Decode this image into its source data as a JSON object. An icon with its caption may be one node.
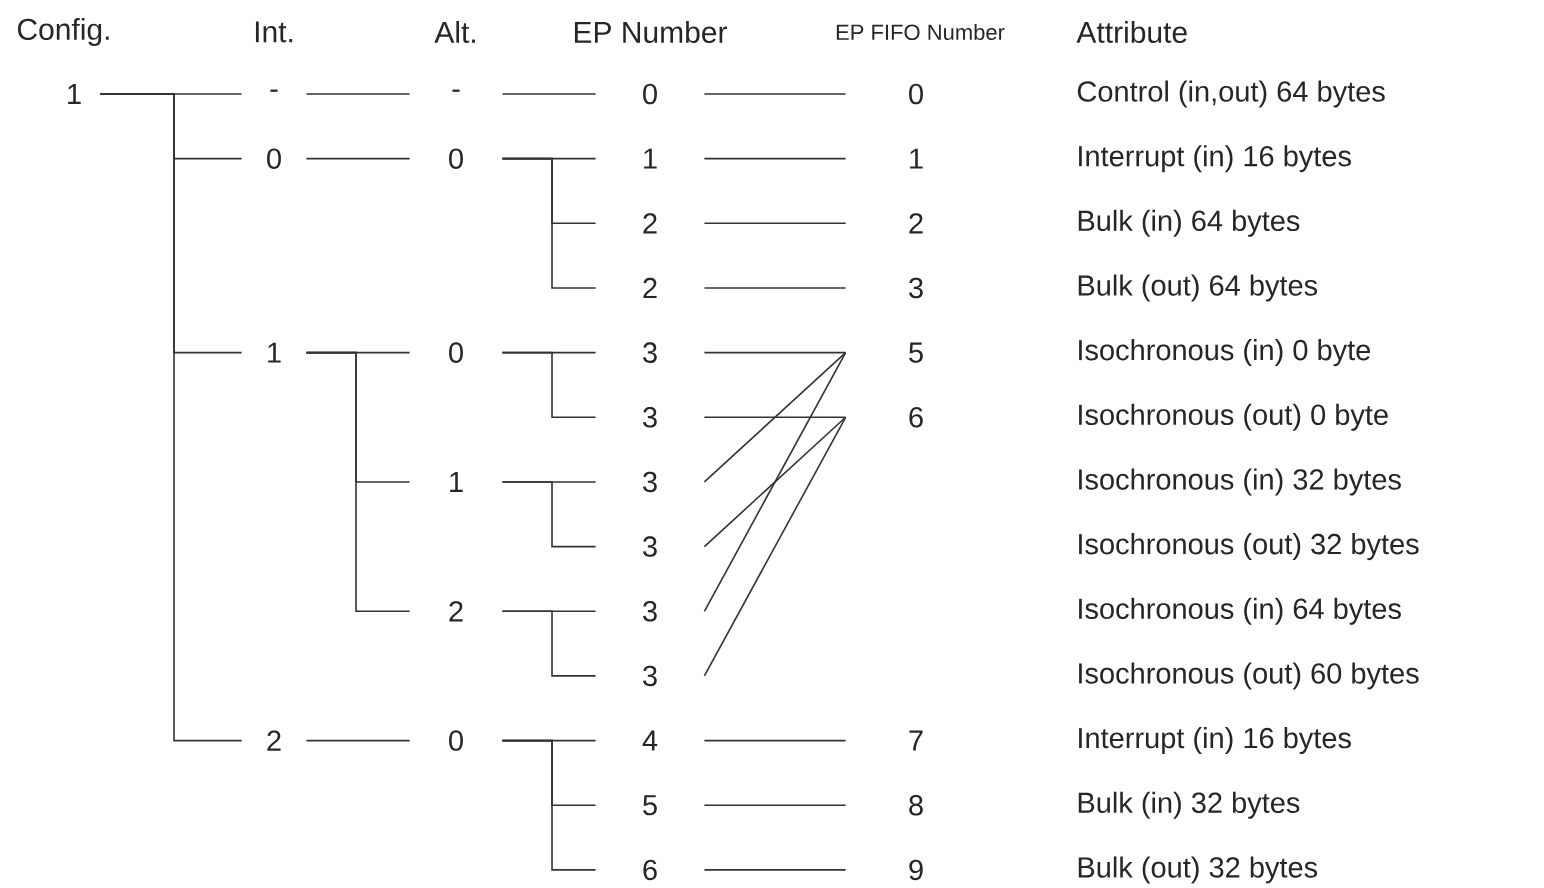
{
  "diagram": {
    "nodes": [
      {
        "text": [
          "1"
        ]
      },
      {
        "text": [
          "-"
        ]
      },
      {
        "text": [
          "0"
        ]
      },
      {
        "text": [
          "1"
        ]
      },
      {
        "text": [
          "2"
        ]
      },
      {
        "text": [
          "-"
        ]
      },
      {
        "text": [
          "0"
        ]
      },
      {
        "text": [
          "0"
        ]
      },
      {
        "text": [
          "1"
        ]
      },
      {
        "text": [
          "2"
        ]
      },
      {
        "text": [
          "0"
        ]
      },
      {
        "text": [
          "0"
        ]
      },
      {
        "text": [
          "1"
        ]
      },
      {
        "text": [
          "2"
        ]
      },
      {
        "text": [
          "2"
        ]
      },
      {
        "text": [
          "3"
        ]
      },
      {
        "text": [
          "3"
        ]
      },
      {
        "text": [
          "3"
        ]
      },
      {
        "text": [
          "3"
        ]
      },
      {
        "text": [
          "3"
        ]
      },
      {
        "text": [
          "3"
        ]
      },
      {
        "text": [
          "4"
        ]
      },
      {
        "text": [
          "5"
        ]
      },
      {
        "text": [
          "6"
        ]
      },
      {
        "text": [
          "0"
        ]
      },
      {
        "text": [
          "1"
        ]
      },
      {
        "text": [
          "2"
        ]
      },
      {
        "text": [
          "3"
        ]
      },
      {
        "text": [
          "5"
        ]
      },
      {
        "text": [
          "6"
        ]
      },
      {
        "text": [
          "7"
        ]
      },
      {
        "text": [
          "8"
        ]
      },
      {
        "text": [
          "9"
        ]
      }
    ],
    "edges": [
      {
        "from": 0,
        "to": 1,
        "arrow": "none"
      },
      {
        "from": 0,
        "to": 2,
        "arrow": "none"
      },
      {
        "from": 0,
        "to": 3,
        "arrow": "none"
      },
      {
        "from": 0,
        "to": 4,
        "arrow": "none"
      },
      {
        "from": 1,
        "to": 5,
        "arrow": "none"
      },
      {
        "from": 2,
        "to": 6,
        "arrow": "none"
      },
      {
        "from": 3,
        "to": 7,
        "arrow": "none"
      },
      {
        "from": 3,
        "to": 8,
        "arrow": "none"
      },
      {
        "from": 3,
        "to": 9,
        "arrow": "none"
      },
      {
        "from": 4,
        "to": 10,
        "arrow": "none"
      },
      {
        "from": 5,
        "to": 11,
        "arrow": "none"
      },
      {
        "from": 6,
        "to": 12,
        "arrow": "none"
      },
      {
        "from": 6,
        "to": 13,
        "arrow": "none"
      },
      {
        "from": 6,
        "to": 14,
        "arrow": "none"
      },
      {
        "from": 7,
        "to": 15,
        "arrow": "none"
      },
      {
        "from": 7,
        "to": 16,
        "arrow": "none"
      },
      {
        "from": 8,
        "to": 17,
        "arrow": "none"
      },
      {
        "from": 8,
        "to": 18,
        "arrow": "none"
      },
      {
        "from": 9,
        "to": 19,
        "arrow": "none"
      },
      {
        "from": 9,
        "to": 20,
        "arrow": "none"
      },
      {
        "from": 10,
        "to": 21,
        "arrow": "none"
      },
      {
        "from": 10,
        "to": 22,
        "arrow": "none"
      },
      {
        "from": 10,
        "to": 23,
        "arrow": "none"
      },
      {
        "from": 11,
        "to": 24,
        "arrow": "none"
      },
      {
        "from": 12,
        "to": 25,
        "arrow": "none"
      },
      {
        "from": 13,
        "to": 26,
        "arrow": "none"
      },
      {
        "from": 14,
        "to": 27,
        "arrow": "none"
      },
      {
        "from": 15,
        "to": 28,
        "arrow": "none"
      },
      {
        "from": 16,
        "to": 29,
        "arrow": "none"
      },
      {
        "from": 17,
        "to": 28,
        "arrow": "none"
      },
      {
        "from": 18,
        "to": 29,
        "arrow": "none"
      },
      {
        "from": 19,
        "to": 28,
        "arrow": "none"
      },
      {
        "from": 20,
        "to": 29,
        "arrow": "none"
      },
      {
        "from": 21,
        "to": 30,
        "arrow": "none"
      },
      {
        "from": 22,
        "to": 31,
        "arrow": "none"
      },
      {
        "from": 23,
        "to": 32,
        "arrow": "none"
      }
    ],
    "labels": [
      "Config.",
      "Int.",
      "Alt.",
      "EP Number",
      "EP FIFO Number",
      "Attribute",
      "Control (in,out) 64 bytes",
      "Interrupt (in) 16 bytes",
      "Bulk (in) 64 bytes",
      "Bulk (out) 64 bytes",
      "Isochronous (in) 0 byte",
      "Isochronous (out) 0 byte",
      "Isochronous (in) 32 bytes",
      "Isochronous (out) 32 bytes",
      "Isochronous (in) 64 bytes",
      "Isochronous (out) 60 bytes",
      "Interrupt (in) 16 bytes",
      "Bulk (in) 32 bytes",
      "Bulk (out) 32 bytes"
    ]
  }
}
